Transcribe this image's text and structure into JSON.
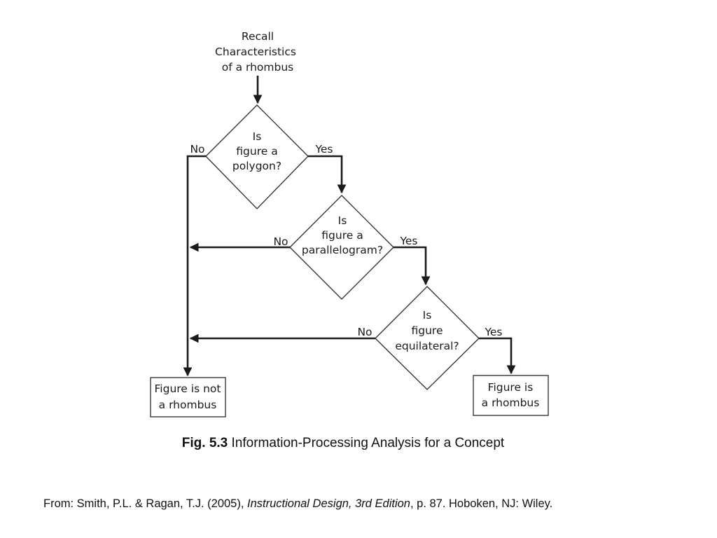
{
  "flowchart": {
    "start": [
      "Recall",
      "Characteristics",
      "of a rhombus"
    ],
    "decisions": [
      {
        "text": [
          "Is",
          "figure a",
          "polygon?"
        ],
        "no": "No",
        "yes": "Yes"
      },
      {
        "text": [
          "Is",
          "figure a",
          "parallelogram?"
        ],
        "no": "No",
        "yes": "Yes"
      },
      {
        "text": [
          "Is",
          "figure",
          "equilateral?"
        ],
        "no": "No",
        "yes": "Yes"
      }
    ],
    "outcome_not": [
      "Figure is not",
      "a rhombus"
    ],
    "outcome_yes": [
      "Figure is",
      "a rhombus"
    ]
  },
  "caption": {
    "label": "Fig. 5.3",
    "text": " Information-Processing Analysis for a Concept"
  },
  "source": {
    "prefix": "From: Smith, P.L. & Ragan, T.J. (2005), ",
    "title": "Instructional Design, 3rd Edition",
    "suffix": ", p. 87. Hoboken, NJ: Wiley."
  }
}
